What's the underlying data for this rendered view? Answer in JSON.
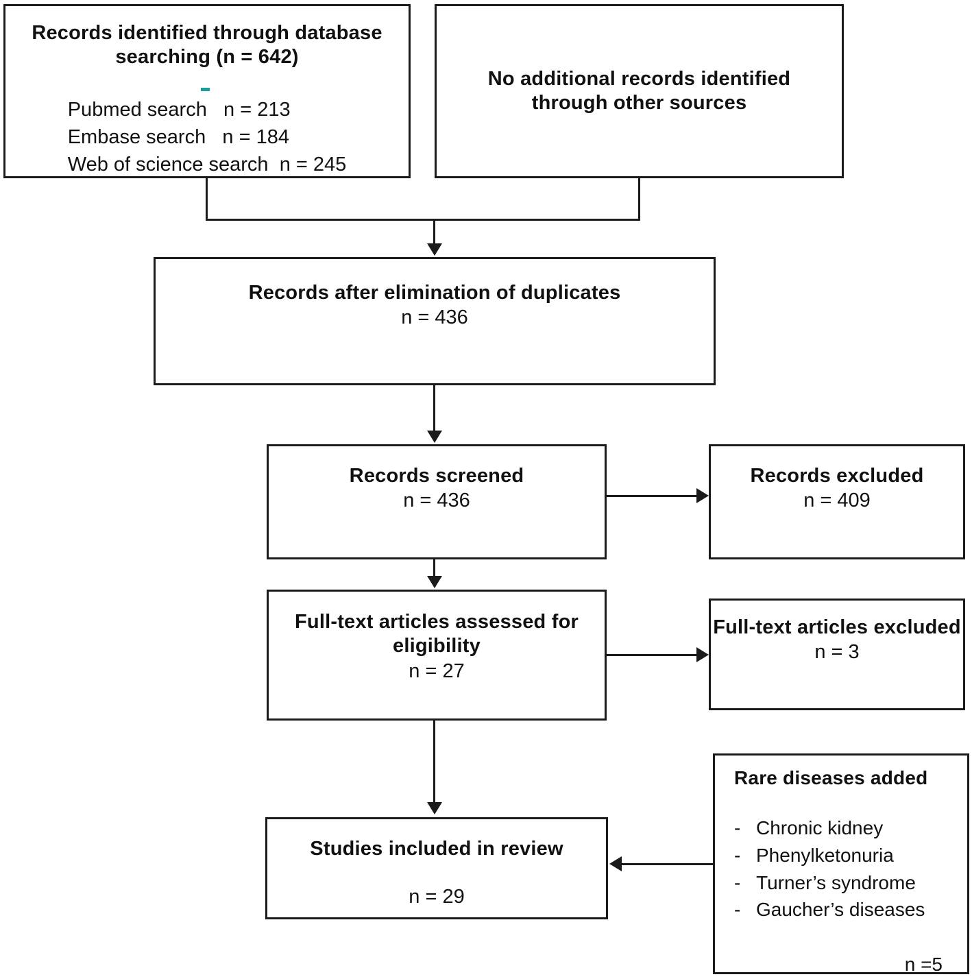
{
  "diagram": {
    "title": "PRISMA study selection flow diagram",
    "line_color": "#1b1b1b",
    "accent_mark_color": "#1a9e96"
  },
  "boxes": {
    "identified": {
      "title": "Records identified through database searching (n = 642)",
      "sources": [
        {
          "label": "Pubmed search",
          "count": "n = 213"
        },
        {
          "label": "Embase search",
          "count": "n = 184"
        },
        {
          "label": "Web of science search",
          "count": "n = 245"
        }
      ]
    },
    "other_sources": {
      "title": "No additional records identified through other sources"
    },
    "duplicates": {
      "title": "Records after elimination of duplicates",
      "count": "n = 436"
    },
    "screened": {
      "title": "Records screened",
      "count": "n = 436"
    },
    "records_excluded": {
      "title": "Records excluded",
      "count": "n = 409"
    },
    "fulltext_assessed": {
      "title": "Full-text articles assessed for eligibility",
      "count": "n = 27"
    },
    "fulltext_excluded": {
      "title": "Full-text articles excluded",
      "count": "n = 3"
    },
    "included": {
      "title": "Studies included in review",
      "count": "n = 29"
    },
    "rare_diseases": {
      "title": "Rare diseases added",
      "bullet": "-",
      "items": [
        "Chronic kidney",
        "Phenylketonuria",
        "Turner’s syndrome",
        "Gaucher’s diseases"
      ],
      "count": "n =5"
    }
  }
}
